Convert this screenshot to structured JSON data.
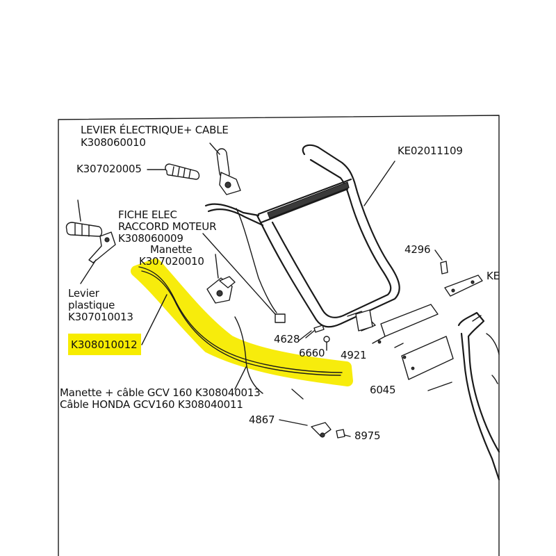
{
  "colors": {
    "highlight": "#f7ec00",
    "ink": "#111111",
    "paper": "#ffffff"
  },
  "labels": {
    "levier_electrique_line1": "LEVIER ÉLECTRIQUE+ CABLE",
    "levier_electrique_line2": "K308060010",
    "k307020005": "K307020005",
    "ke02011109": "KE02011109",
    "fiche_line1": "FICHE ELEC",
    "fiche_line2": "RACCORD MOTEUR",
    "fiche_line3": "K308060009",
    "manette_line1": "Manette",
    "manette_line2": "K307020010",
    "p4296": "4296",
    "ke_partial": "KE",
    "levier_plastique_line1": "Levier",
    "levier_plastique_line2": "plastique",
    "levier_plastique_line3": "K307010013",
    "k308010012": "K308010012",
    "p4628": "4628",
    "p6660": "6660",
    "p4921": "4921",
    "p6045": "6045",
    "manette_cable_line1": "Manette + câble GCV 160 K308040013",
    "manette_cable_line2": "Câble HONDA GCV160  K308040011",
    "p4867": "4867",
    "p8975": "8975"
  }
}
